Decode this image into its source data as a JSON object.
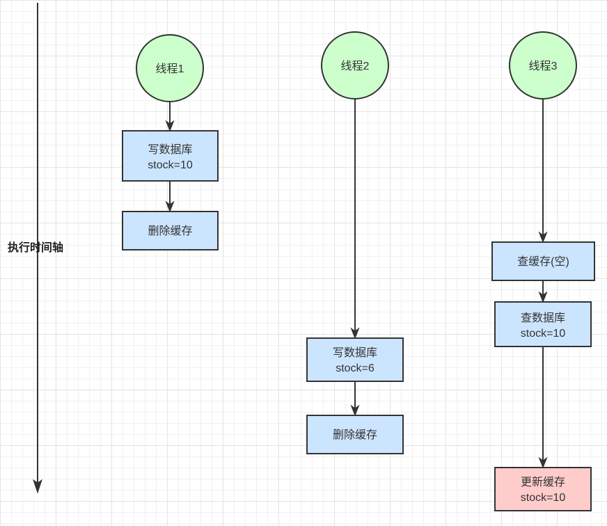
{
  "timeline": {
    "label": "执行时间轴"
  },
  "threads": [
    {
      "label": "线程1",
      "steps": [
        {
          "lines": [
            "写数据库",
            "stock=10"
          ]
        },
        {
          "lines": [
            "删除缓存"
          ]
        }
      ]
    },
    {
      "label": "线程2",
      "steps": [
        {
          "lines": [
            "写数据库",
            "stock=6"
          ]
        },
        {
          "lines": [
            "删除缓存"
          ]
        }
      ]
    },
    {
      "label": "线程3",
      "steps": [
        {
          "lines": [
            "查缓存(空)"
          ]
        },
        {
          "lines": [
            "查数据库",
            "stock=10"
          ]
        },
        {
          "lines": [
            "更新缓存",
            "stock=10"
          ]
        }
      ]
    }
  ],
  "colors": {
    "thread_node_fill": "#ccffcc",
    "step_fill": "#cce5ff",
    "cache_update_fill": "#ffcccc",
    "stroke": "#333333",
    "text": "#333333"
  }
}
